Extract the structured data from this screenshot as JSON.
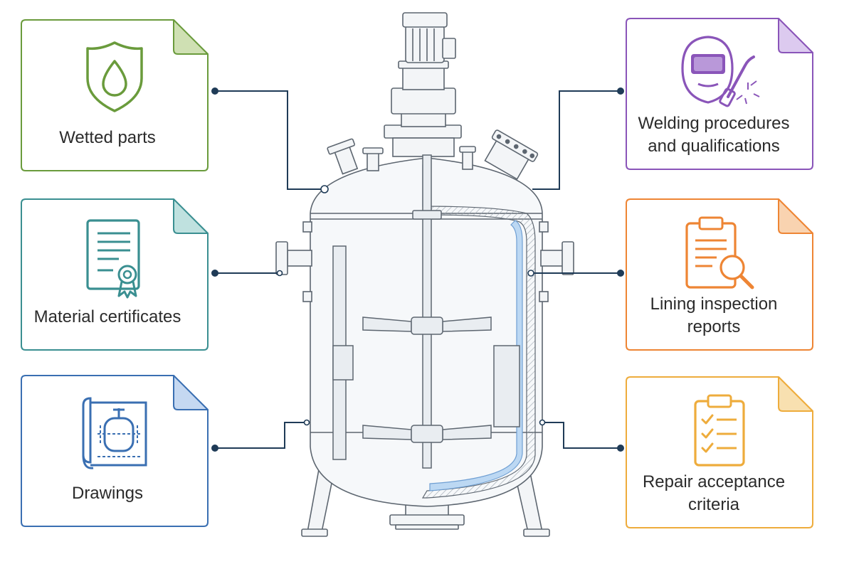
{
  "cards": {
    "wetted_parts": {
      "label": "Wetted parts",
      "accent": "#6a9b3c",
      "fill": "#cfe0b3",
      "icon": "shield-droplet-icon"
    },
    "material_certificates": {
      "label": "Material certificates",
      "accent": "#3a8f91",
      "fill": "#bfe1df",
      "icon": "certificate-icon"
    },
    "drawings": {
      "label": "Drawings",
      "accent": "#3a6fb2",
      "fill": "#c5d8f1",
      "icon": "blueprint-icon"
    },
    "welding": {
      "line1": "Welding procedures",
      "line2": "and qualifications",
      "accent": "#8a55b9",
      "fill": "#dccaef",
      "icon": "welding-helmet-torch-icon"
    },
    "lining": {
      "line1": "Lining inspection",
      "line2": "reports",
      "accent": "#ee8534",
      "fill": "#f9d3b0",
      "icon": "clipboard-magnifier-icon"
    },
    "repair": {
      "line1": "Repair acceptance",
      "line2": "criteria",
      "accent": "#eeac3c",
      "fill": "#f8e0b0",
      "icon": "checklist-icon"
    }
  },
  "diagram": {
    "subject": "reactor-vessel",
    "connector_color": "#1f3b57"
  }
}
